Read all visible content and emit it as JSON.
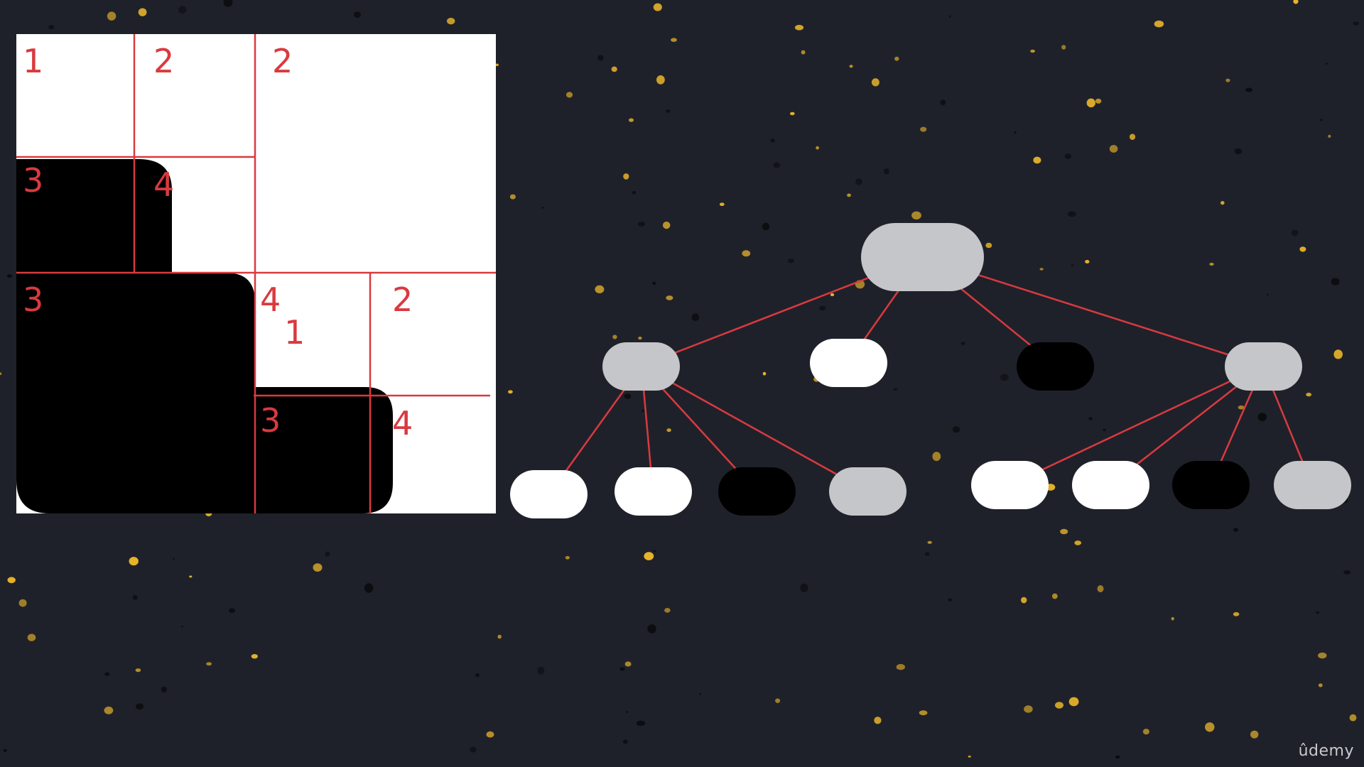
{
  "quadtree_image": {
    "cell_labels": [
      "1",
      "2",
      "2",
      "3",
      "4",
      "3",
      "4",
      "1",
      "2",
      "3",
      "4"
    ]
  },
  "tree": {
    "root": {
      "color": "gray"
    },
    "level1": [
      "gray",
      "white",
      "black",
      "gray"
    ],
    "level2_left": [
      "white",
      "white",
      "black",
      "gray"
    ],
    "level2_right": [
      "white",
      "white",
      "black",
      "gray"
    ]
  },
  "colors": {
    "background": "#1f212a",
    "line": "#d93a3f",
    "gray_node": "#c4c6c9",
    "white_node": "#ffffff",
    "black_node": "#000000",
    "star": "#e9b52a"
  },
  "watermark": "ûdemy"
}
